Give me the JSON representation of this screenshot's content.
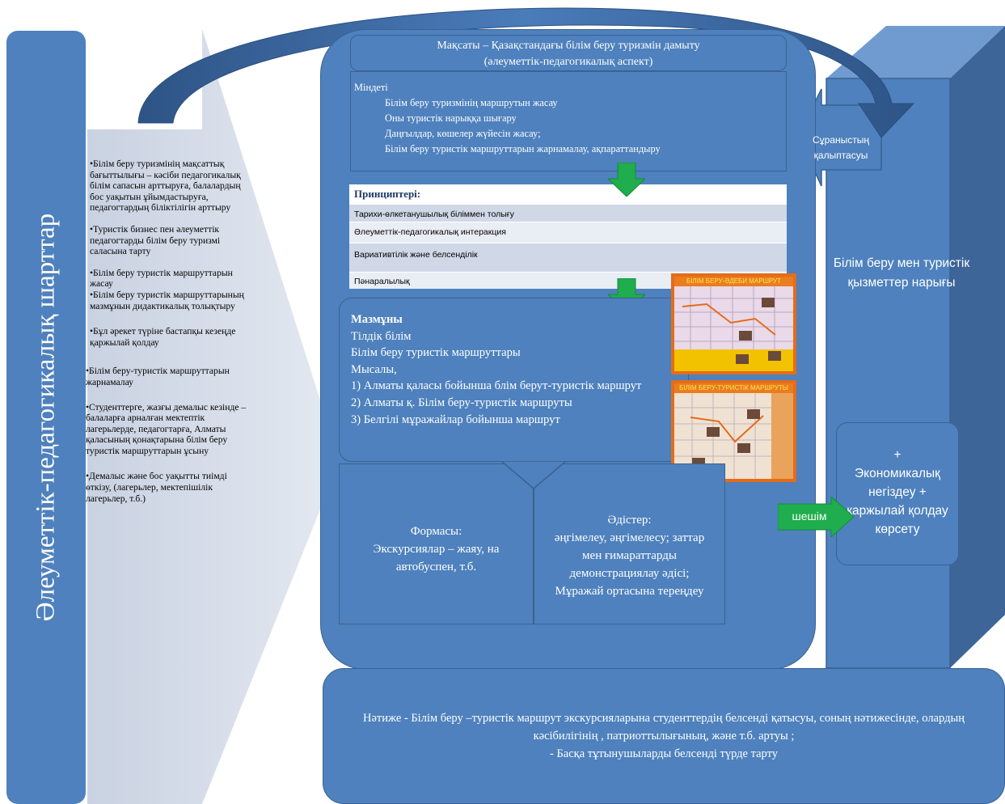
{
  "side_title": "Әлеуметтік-педагогикалық шарттар",
  "conditions": [
    "•Білім беру туризмінің мақсаттық бағыттылығы – кәсіби педагогикалық білім сапасын арттыруға, балалардың бос уақытын ұйымдастыруға, педагогтардың біліктілігін арттыру",
    "•Туристік бизнес пен әлеуметтік педагогтарды білім беру туризмі саласына тарту",
    "•Білім беру туристік маршруттарын жасау\n•Білім беру туристік маршруттарының мазмұнын дидактикалық толықтыру",
    "•Бұл әрекет түріне бастапқы кезеңде қаржылай қолдау",
    "•Білім беру-туристік маршруттарын жарнамалау",
    "•Студенттерге, жазғы демалыс кезінде – балаларға арналған мектептік лагерьлерде, педагогтарға, Алматы қаласының қонақтарына білім беру туристік маршруттарын ұсыну",
    "•Демалыс және бос уақытты тиімді өткізу,  (лагерьлер, мектепішілік лагерьлер, т.б.)"
  ],
  "goal": {
    "line1": "Мақсаты – Қазақстандағы білім беру туризмін дамыту",
    "line2": "(әлеуметтік-педагогикалық аспект)"
  },
  "tasks": {
    "heading": "Міндеті",
    "items": [
      "Білім беру туризмінің маршрутын жасау",
      "Оны туристік нарыққа шығару",
      "Даңғылдар, көшелер жүйесін жасау;",
      "Білім беру туристік маршруттарын жарнамалау, ақпараттандыру"
    ]
  },
  "principles": {
    "heading": "Принциптері:",
    "items": [
      "Тарихи-өлкетанушылық біліммен толығу",
      "Әлеуметтік-педагогикалық интеракция",
      "Вариативтілік және белсенділік",
      "Пәнаралылық"
    ]
  },
  "content": {
    "heading": "Мазмұны",
    "lines": [
      "Тілдік білім",
      "Білім беру туристік маршруттары",
      "Мысалы,",
      "1) Алматы қаласы бойынша блім берут-туристік маршрут",
      "2) Алматы қ. Білім беру-туристік маршруты",
      "3) Белгілі мұражайлар бойынша маршрут"
    ]
  },
  "map_titles": [
    "БІЛІМ БЕРУ-ӘДЕБИ МАРШРУТ",
    "БІЛІМ БЕРУ-ТУРИСТІК МАРШРУТЫ"
  ],
  "form": {
    "heading": "Формасы:",
    "text": "Экскурсиялар – жаяу, на автобуспен, т.б."
  },
  "methods": {
    "heading": "Әдістер:",
    "text": "әңгімелеу, әңгімелесу; заттар мен ғимараттарды демонстрациялау әдісі; Мұражай ортасына тереңдеу"
  },
  "demand": "Сұраныстың қалыптасуы",
  "market": "Білім беру мен туристік қызметтер нарығы",
  "economics": {
    "plus_top": "+",
    "text": "Экономикалық негіздеу + қаржылай қолдау көрсету"
  },
  "decision": "шешім",
  "result": {
    "line1": "Нәтиже -  Білім беру –туристік маршрут экскурсияларына студенттердің белсенді қатысуы, соның нәтижесінде, олардың кәсібилігінің , патриоттылығының, және т.б. артуы ;",
    "line2": "- Басқа тұтынушыларды белсенді түрде тарту"
  },
  "colors": {
    "panel_blue": "#4e81bd",
    "dark_blue": "#3a6293",
    "chevron_gray": "#d5dbe6",
    "green_arrow": "#1fad4d",
    "map_orange": "#e46c1a"
  }
}
